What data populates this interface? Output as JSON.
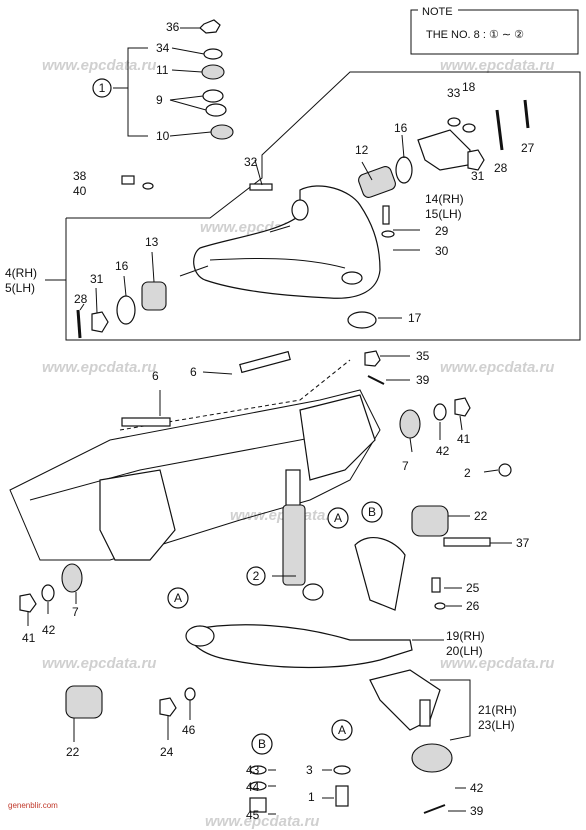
{
  "note": {
    "title": "NOTE",
    "text": "THE NO. 8 : ① ∼ ②"
  },
  "watermark": "www.epcdata.ru",
  "site_label": "genenblir.com",
  "callouts": [
    {
      "id": "c36",
      "label": "36"
    },
    {
      "id": "c34",
      "label": "34"
    },
    {
      "id": "c11",
      "label": "11"
    },
    {
      "id": "c9",
      "label": "9"
    },
    {
      "id": "c10",
      "label": "10"
    },
    {
      "id": "c1",
      "label": "1"
    },
    {
      "id": "c38",
      "label": "38"
    },
    {
      "id": "c40",
      "label": "40"
    },
    {
      "id": "c32",
      "label": "32"
    },
    {
      "id": "c12",
      "label": "12"
    },
    {
      "id": "c16a",
      "label": "16"
    },
    {
      "id": "c33",
      "label": "33"
    },
    {
      "id": "c18",
      "label": "18"
    },
    {
      "id": "c27",
      "label": "27"
    },
    {
      "id": "c28a",
      "label": "28"
    },
    {
      "id": "c31a",
      "label": "31"
    },
    {
      "id": "c14",
      "label": "14(RH)"
    },
    {
      "id": "c15",
      "label": "15(LH)"
    },
    {
      "id": "c29",
      "label": "29"
    },
    {
      "id": "c30",
      "label": "30"
    },
    {
      "id": "c13",
      "label": "13"
    },
    {
      "id": "c4",
      "label": "4(RH)"
    },
    {
      "id": "c5",
      "label": "5(LH)"
    },
    {
      "id": "c16b",
      "label": "16"
    },
    {
      "id": "c31b",
      "label": "31"
    },
    {
      "id": "c28b",
      "label": "28"
    },
    {
      "id": "c17",
      "label": "17"
    },
    {
      "id": "c35",
      "label": "35"
    },
    {
      "id": "c39a",
      "label": "39"
    },
    {
      "id": "c6a",
      "label": "6"
    },
    {
      "id": "c6b",
      "label": "6"
    },
    {
      "id": "c7a",
      "label": "7"
    },
    {
      "id": "c42a",
      "label": "42"
    },
    {
      "id": "c41a",
      "label": "41"
    },
    {
      "id": "c2a",
      "label": "2"
    },
    {
      "id": "cAa",
      "label": "A"
    },
    {
      "id": "cBa",
      "label": "B"
    },
    {
      "id": "c22a",
      "label": "22"
    },
    {
      "id": "c37",
      "label": "37"
    },
    {
      "id": "c2b",
      "label": "2"
    },
    {
      "id": "c25",
      "label": "25"
    },
    {
      "id": "c26",
      "label": "26"
    },
    {
      "id": "cAb",
      "label": "A"
    },
    {
      "id": "c7b",
      "label": "7"
    },
    {
      "id": "c41b",
      "label": "41"
    },
    {
      "id": "c42b",
      "label": "42"
    },
    {
      "id": "c19",
      "label": "19(RH)"
    },
    {
      "id": "c20",
      "label": "20(LH)"
    },
    {
      "id": "c21",
      "label": "21(RH)"
    },
    {
      "id": "c23",
      "label": "23(LH)"
    },
    {
      "id": "c22b",
      "label": "22"
    },
    {
      "id": "c24",
      "label": "24"
    },
    {
      "id": "c46",
      "label": "46"
    },
    {
      "id": "cBb",
      "label": "B"
    },
    {
      "id": "cAc",
      "label": "A"
    },
    {
      "id": "c43",
      "label": "43"
    },
    {
      "id": "c44",
      "label": "44"
    },
    {
      "id": "c45",
      "label": "45"
    },
    {
      "id": "c3",
      "label": "3"
    },
    {
      "id": "c1b",
      "label": "1"
    },
    {
      "id": "c42c",
      "label": "42"
    },
    {
      "id": "c39b",
      "label": "39"
    }
  ]
}
